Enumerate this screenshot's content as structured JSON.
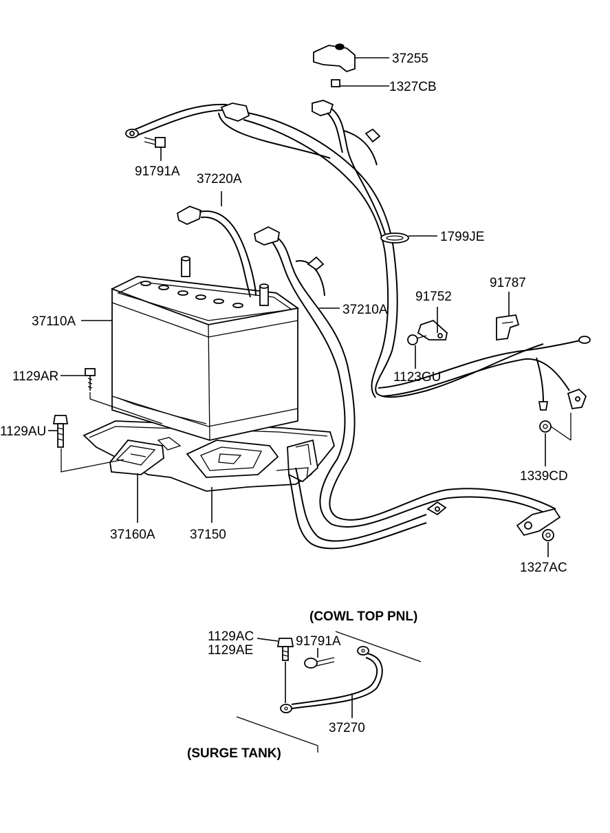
{
  "parts": {
    "p37255": "37255",
    "p1327CB": "1327CB",
    "p91791A": "91791A",
    "p37220A": "37220A",
    "p1799JE": "1799JE",
    "p91787": "91787",
    "p91752": "91752",
    "p37210A": "37210A",
    "p37110A": "37110A",
    "p1129AR": "1129AR",
    "p1123GU": "1123GU",
    "p1129AU": "1129AU",
    "p1339CD": "1339CD",
    "p37160A": "37160A",
    "p37150": "37150",
    "p1327AC": "1327AC",
    "p1129AC": "1129AC",
    "p1129AE": "1129AE",
    "p91791A_b": "91791A",
    "p37270": "37270"
  },
  "notes": {
    "cowl": "(COWL TOP PNL)",
    "surge": "(SURGE TANK)"
  }
}
